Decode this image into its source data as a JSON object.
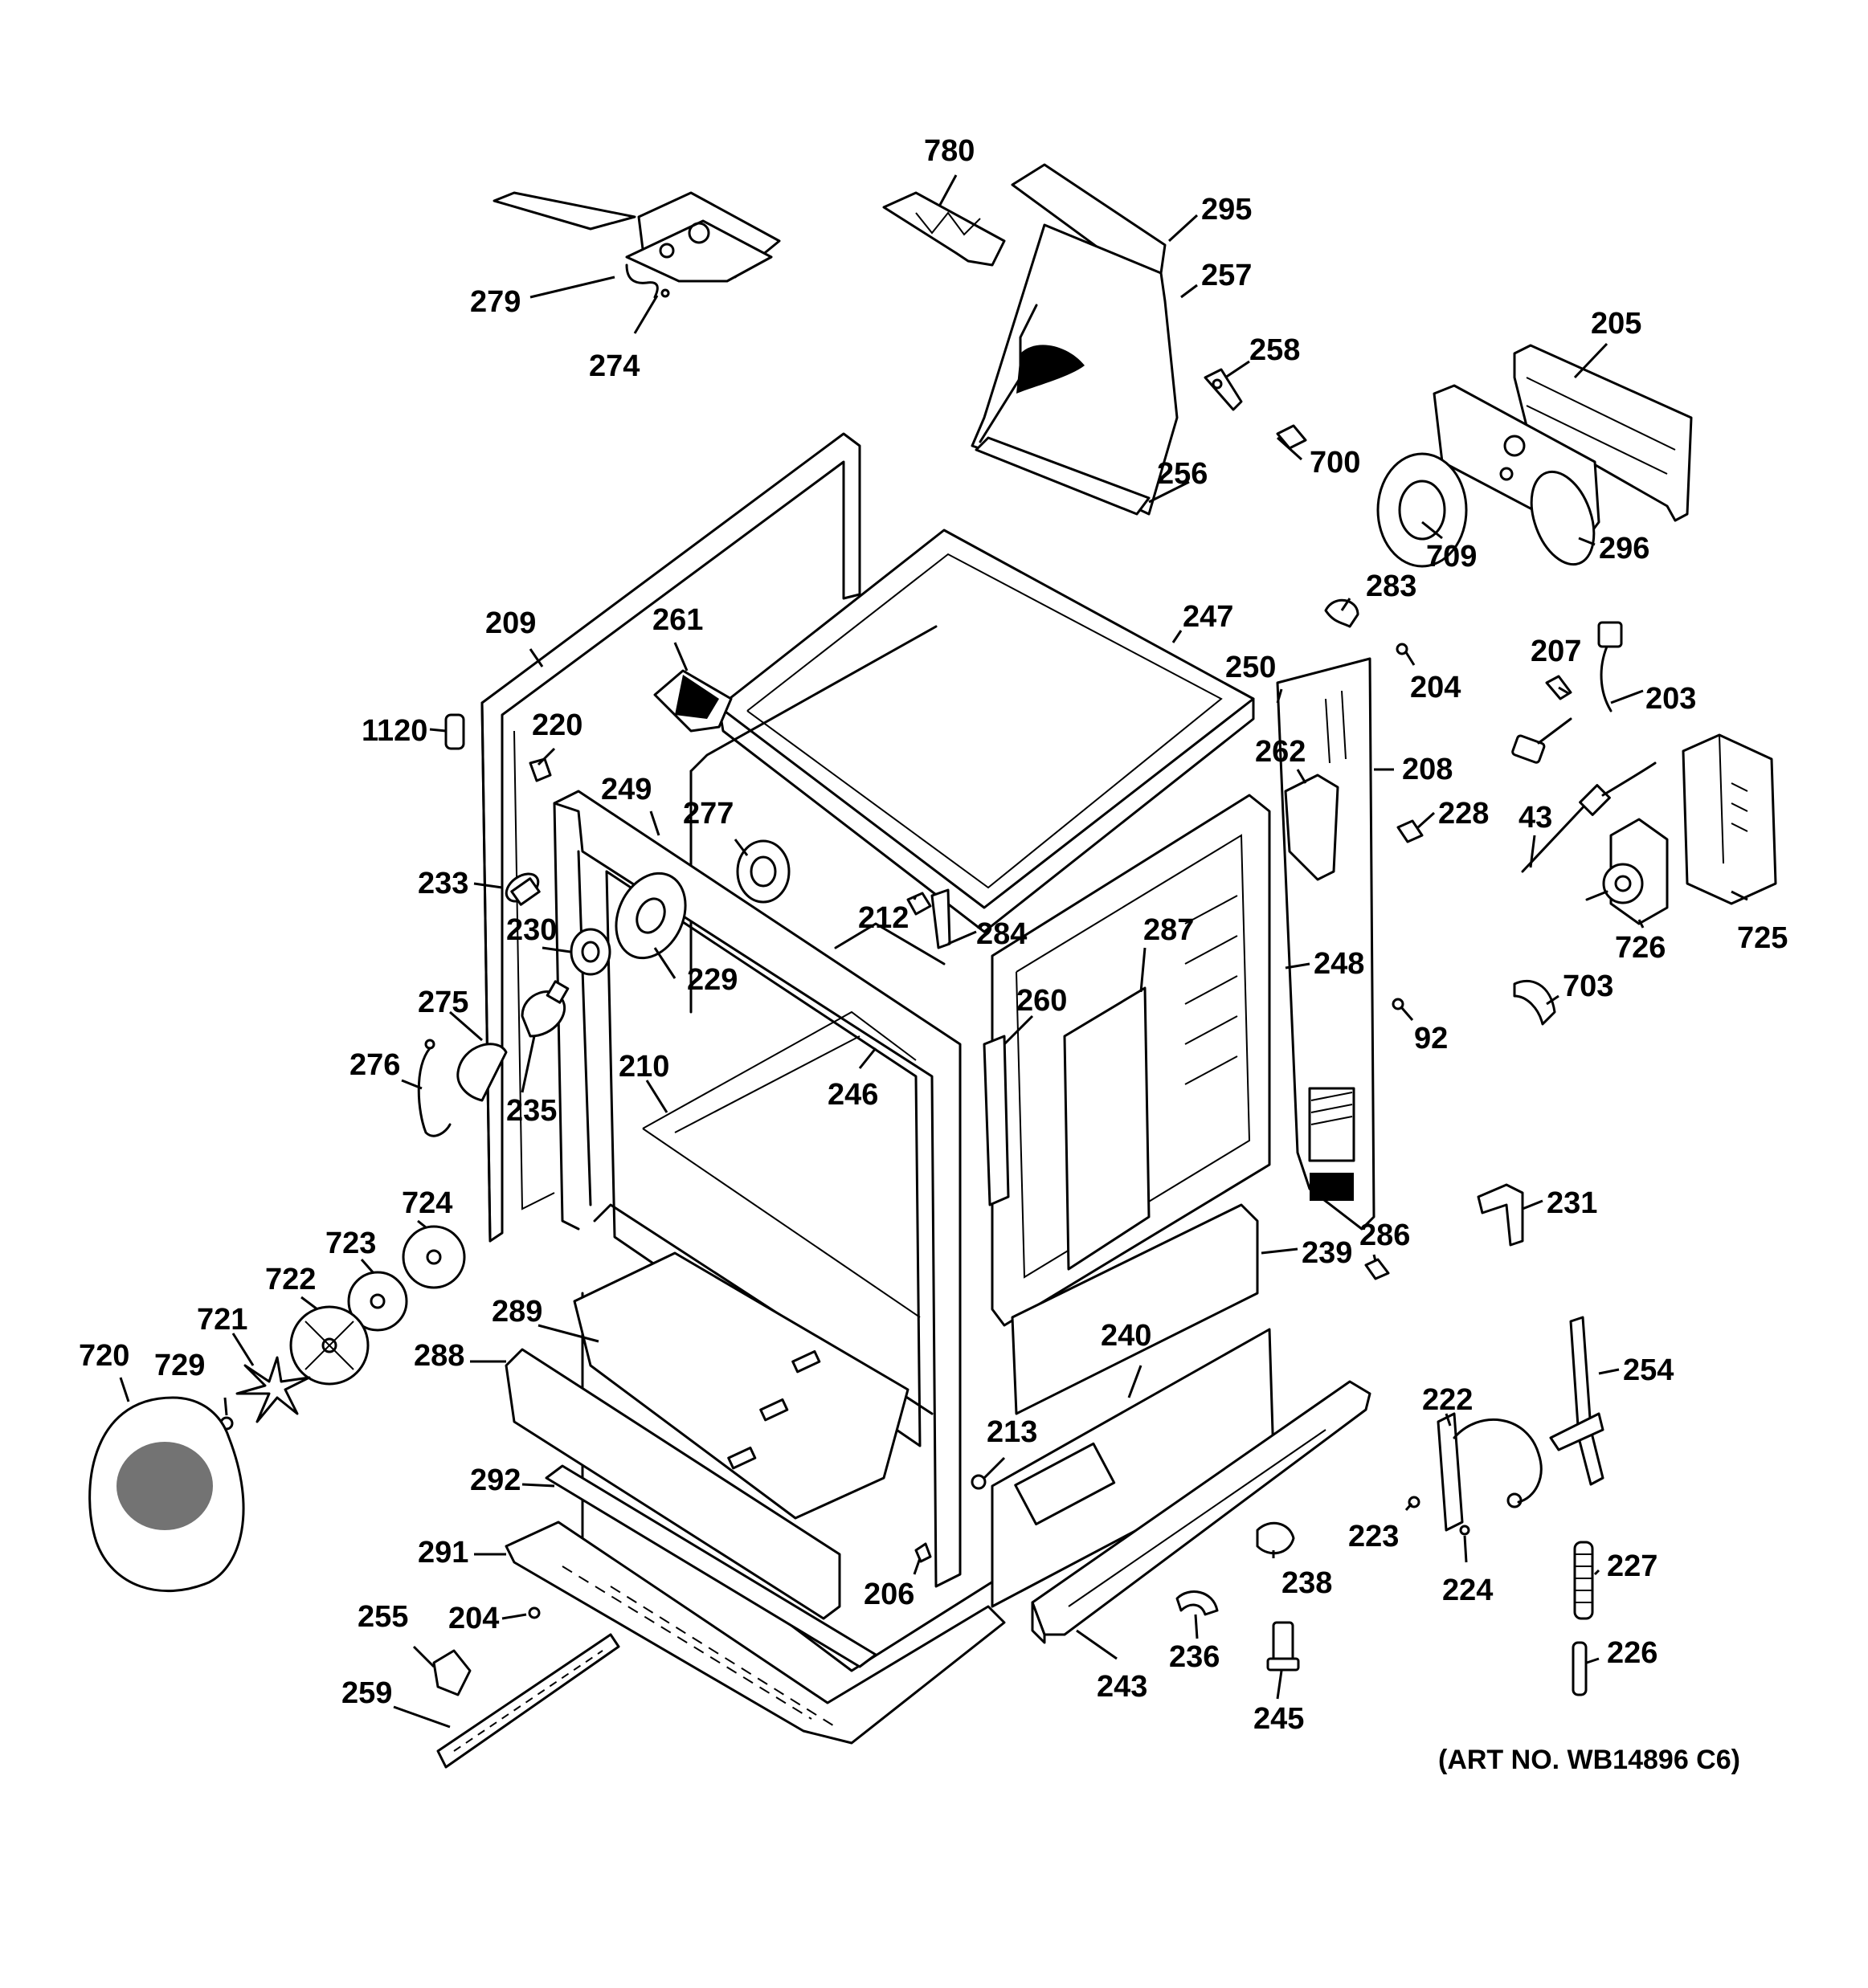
{
  "art_number": "(ART NO. WB14896 C6)",
  "callouts": [
    {
      "label": "780"
    },
    {
      "label": "295"
    },
    {
      "label": "257"
    },
    {
      "label": "258"
    },
    {
      "label": "700"
    },
    {
      "label": "256"
    },
    {
      "label": "205"
    },
    {
      "label": "709"
    },
    {
      "label": "296"
    },
    {
      "label": "279"
    },
    {
      "label": "274"
    },
    {
      "label": "209"
    },
    {
      "label": "261"
    },
    {
      "label": "247"
    },
    {
      "label": "283"
    },
    {
      "label": "250"
    },
    {
      "label": "204"
    },
    {
      "label": "207"
    },
    {
      "label": "203"
    },
    {
      "label": "1120"
    },
    {
      "label": "220"
    },
    {
      "label": "249"
    },
    {
      "label": "277"
    },
    {
      "label": "262"
    },
    {
      "label": "208"
    },
    {
      "label": "228"
    },
    {
      "label": "43"
    },
    {
      "label": "233"
    },
    {
      "label": "230"
    },
    {
      "label": "212"
    },
    {
      "label": "284"
    },
    {
      "label": "229"
    },
    {
      "label": "287"
    },
    {
      "label": "248"
    },
    {
      "label": "726"
    },
    {
      "label": "725"
    },
    {
      "label": "275"
    },
    {
      "label": "260"
    },
    {
      "label": "703"
    },
    {
      "label": "92"
    },
    {
      "label": "276"
    },
    {
      "label": "210"
    },
    {
      "label": "235"
    },
    {
      "label": "246"
    },
    {
      "label": "724"
    },
    {
      "label": "231"
    },
    {
      "label": "723"
    },
    {
      "label": "239"
    },
    {
      "label": "286"
    },
    {
      "label": "722"
    },
    {
      "label": "289"
    },
    {
      "label": "721"
    },
    {
      "label": "720"
    },
    {
      "label": "729"
    },
    {
      "label": "288"
    },
    {
      "label": "240"
    },
    {
      "label": "254"
    },
    {
      "label": "222"
    },
    {
      "label": "213"
    },
    {
      "label": "292"
    },
    {
      "label": "223"
    },
    {
      "label": "291"
    },
    {
      "label": "206"
    },
    {
      "label": "238"
    },
    {
      "label": "224"
    },
    {
      "label": "227"
    },
    {
      "label": "255"
    },
    {
      "label": "204"
    },
    {
      "label": "236"
    },
    {
      "label": "226"
    },
    {
      "label": "259"
    },
    {
      "label": "243"
    },
    {
      "label": "245"
    }
  ]
}
